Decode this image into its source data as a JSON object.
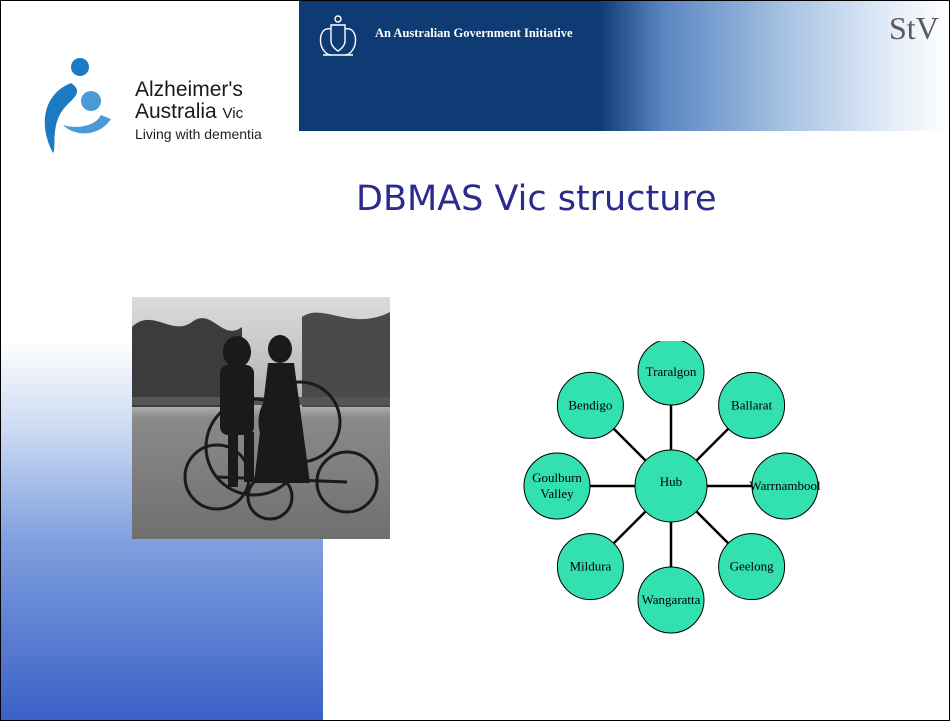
{
  "logo": {
    "line1": "Alzheimer's",
    "line2": "Australia",
    "line2_suffix": "Vic",
    "tagline": "Living with dementia",
    "colors": {
      "figure": "#1c7ac2"
    }
  },
  "banner": {
    "text": "An Australian Government Initiative",
    "partner_logo_text": "StV",
    "colors": {
      "dark": "#0e3b74",
      "light": "#ffffff"
    }
  },
  "slide": {
    "title": "DBMAS Vic structure"
  },
  "photo": {
    "icon": "historic-tandem-tricycle-photo"
  },
  "diagram": {
    "hub": "Hub",
    "spokes": [
      {
        "label": "Traralgon"
      },
      {
        "label": "Ballarat"
      },
      {
        "label": "Warrnambool"
      },
      {
        "label": "Geelong"
      },
      {
        "label": "Wangaratta"
      },
      {
        "label": "Mildura"
      },
      {
        "label": "Goulburn Valley"
      },
      {
        "label": "Bendigo"
      }
    ],
    "colors": {
      "fill": "#33e0b0",
      "stroke": "#000000",
      "text": "#000000"
    }
  }
}
